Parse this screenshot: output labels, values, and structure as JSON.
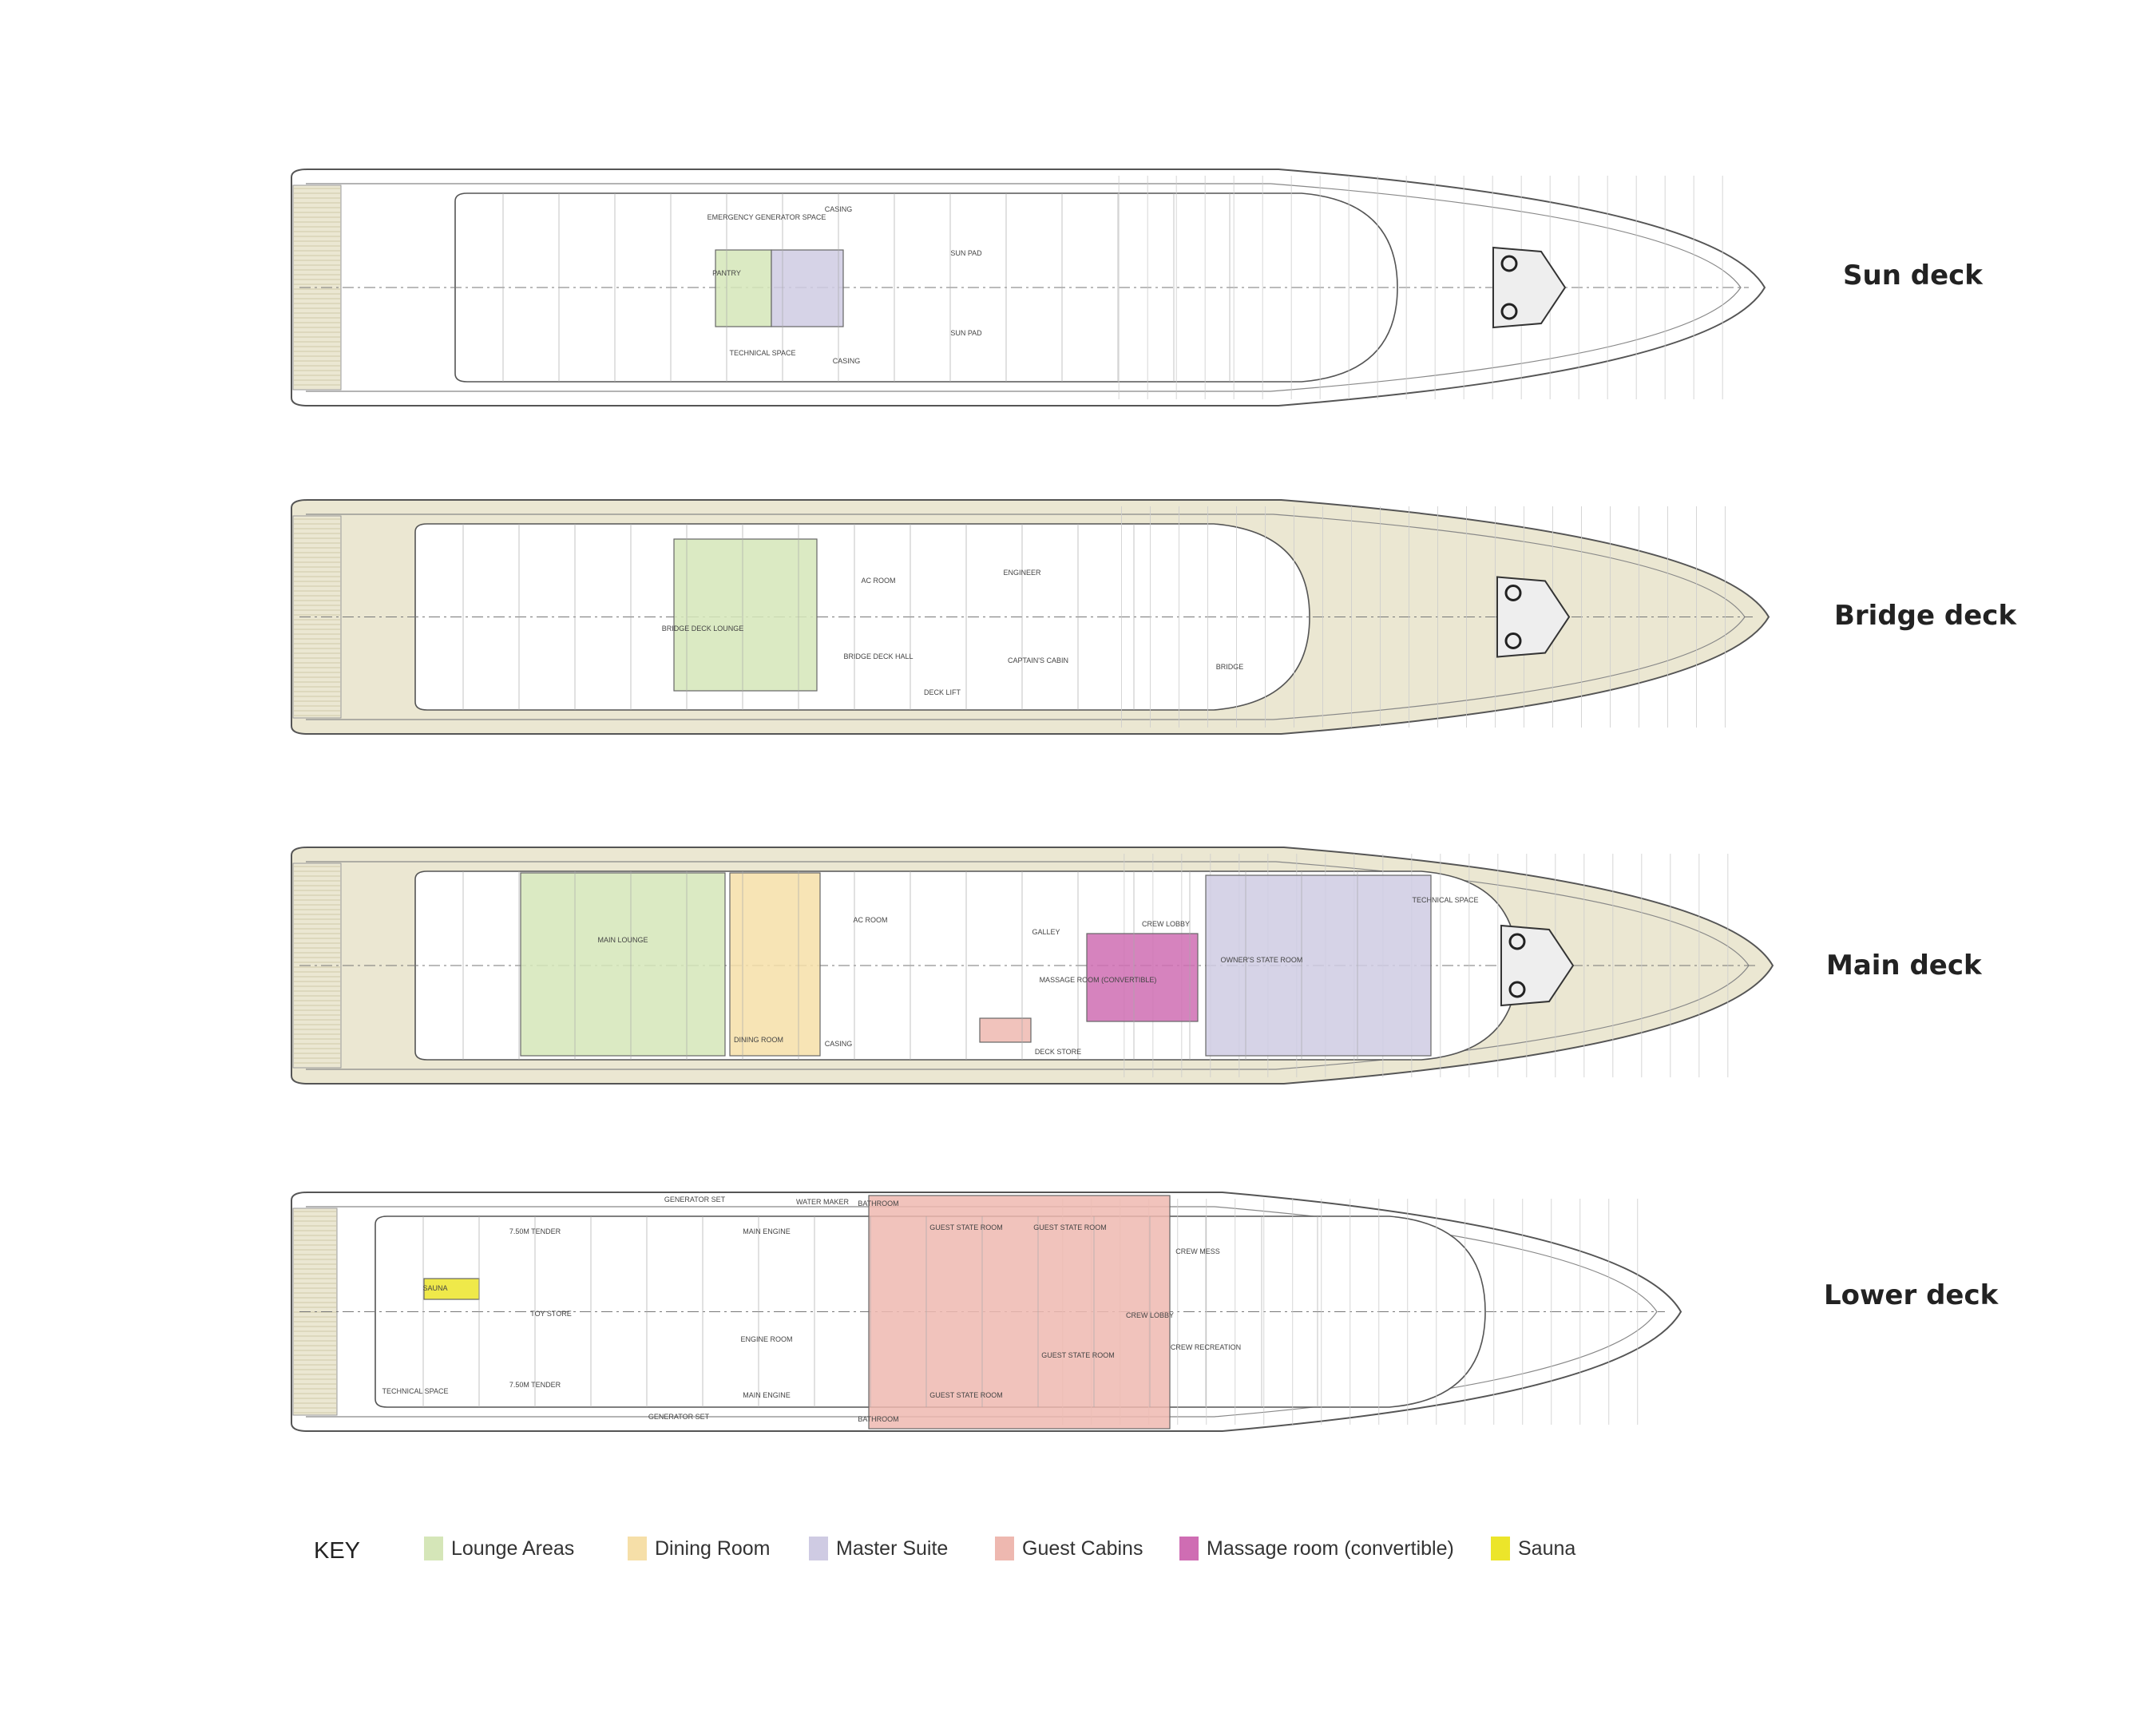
{
  "decks": [
    {
      "id": "sun",
      "label": "Sun deck",
      "rooms": [
        "SUN PAD",
        "SUN PAD",
        "CASING",
        "CASING",
        "TECHNICAL SPACE",
        "EMERGENCY GENERATOR SPACE",
        "PANTRY"
      ]
    },
    {
      "id": "bridge",
      "label": "Bridge deck",
      "rooms": [
        "BRIDGE DECK LOUNGE",
        "BRIDGE DECK HALL",
        "CAPTAIN'S CABIN",
        "ENGINEER",
        "AC ROOM",
        "BRIDGE",
        "DECK LIFT"
      ]
    },
    {
      "id": "main",
      "label": "Main deck",
      "rooms": [
        "MAIN LOUNGE",
        "DINING ROOM",
        "AC ROOM",
        "CASING",
        "GALLEY",
        "CREW LOBBY",
        "MASSAGE ROOM (CONVERTIBLE)",
        "OWNER'S STATE ROOM",
        "TECHNICAL SPACE",
        "DECK STORE"
      ]
    },
    {
      "id": "lower",
      "label": "Lower deck",
      "rooms": [
        "7.50M TENDER",
        "7.50M TENDER",
        "SAUNA",
        "TOY STORE",
        "TECHNICAL SPACE",
        "GENERATOR SET",
        "GENERATOR SET",
        "MAIN ENGINE",
        "MAIN ENGINE",
        "ENGINE ROOM",
        "WATER MAKER",
        "BATHROOM",
        "BATHROOM",
        "GUEST STATE ROOM",
        "GUEST STATE ROOM",
        "GUEST STATE ROOM",
        "GUEST STATE ROOM",
        "CREW LOBBY",
        "CREW MESS",
        "CREW RECREATION"
      ]
    }
  ],
  "key": {
    "title": "KEY",
    "items": [
      {
        "label": "Lounge Areas",
        "color": "#d5e6b8"
      },
      {
        "label": "Dining Room",
        "color": "#f6dfa8"
      },
      {
        "label": "Master Suite",
        "color": "#cfcbe3"
      },
      {
        "label": "Guest Cabins",
        "color": "#eeb8b0"
      },
      {
        "label": "Massage room (convertible)",
        "color": "#cf6db3"
      },
      {
        "label": "Sauna",
        "color": "#ece52a"
      }
    ]
  },
  "colors": {
    "teak": "#ebe7d2",
    "line": "#555555",
    "hull": "#ffffff"
  }
}
